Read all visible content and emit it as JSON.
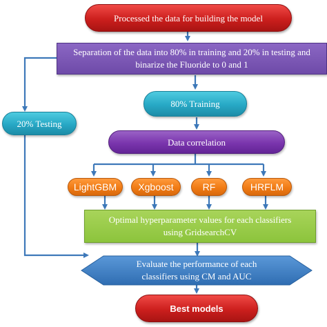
{
  "nodes": {
    "processed": "Processed the data for building the model",
    "separation_line1": "Separation of the data into 80% in training and 20% in testing and",
    "separation_line2": "binarize the Fluoride to 0 and 1",
    "training": "80% Training",
    "testing": "20% Testing",
    "correlation": "Data correlation",
    "lightgbm": "LightGBM",
    "xgboost": "Xgboost",
    "rf": "RF",
    "hrflm": "HRFLM",
    "hyper_line1": "Optimal hyperparameter values for each classifiers",
    "hyper_line2": "using GridsearchCV",
    "evaluate_line1": "Evaluate the performance of each",
    "evaluate_line2": "classifiers using CM and AUC",
    "best": "Best models"
  },
  "colors": {
    "arrow": "#3d78b9",
    "red": "#cc1f1d",
    "purple": "#6e4aa8",
    "teal": "#27a8c5",
    "violet": "#7a35ad",
    "orange": "#f07b15",
    "green": "#8cc43c",
    "blue": "#3a7bbf"
  }
}
